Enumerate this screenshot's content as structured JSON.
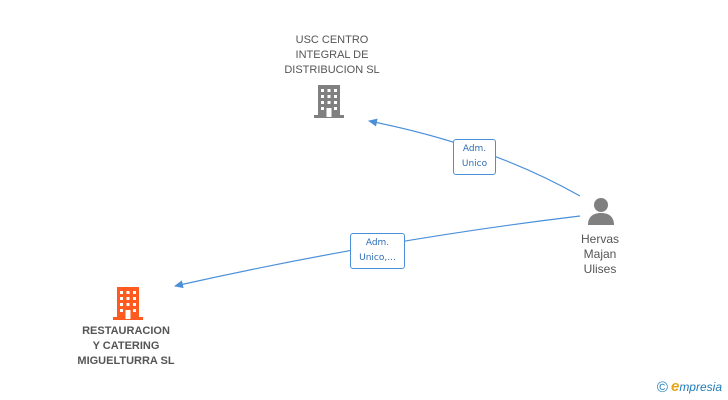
{
  "nodes": {
    "usc": {
      "lines": [
        "USC CENTRO",
        "INTEGRAL DE",
        "DISTRIBUCION SL"
      ],
      "icon": "building-icon",
      "color": "#808080"
    },
    "restauracion": {
      "lines": [
        "RESTAURACION",
        "Y CATERING",
        "MIGUELTURRA SL"
      ],
      "icon": "building-icon",
      "color": "#ff5a1f"
    },
    "person": {
      "lines": [
        "Hervas",
        "Majan",
        "Ulises"
      ],
      "icon": "person-icon",
      "color": "#808080"
    }
  },
  "edges": [
    {
      "from": "person",
      "to": "usc",
      "label_lines": [
        "Adm.",
        "Unico"
      ]
    },
    {
      "from": "person",
      "to": "restauracion",
      "label_lines": [
        "Adm.",
        "Unico,..."
      ]
    }
  ],
  "edge_color": "#4a90d9",
  "watermark": {
    "symbol": "©",
    "brand_initial": "e",
    "brand_rest": "mpresia"
  }
}
